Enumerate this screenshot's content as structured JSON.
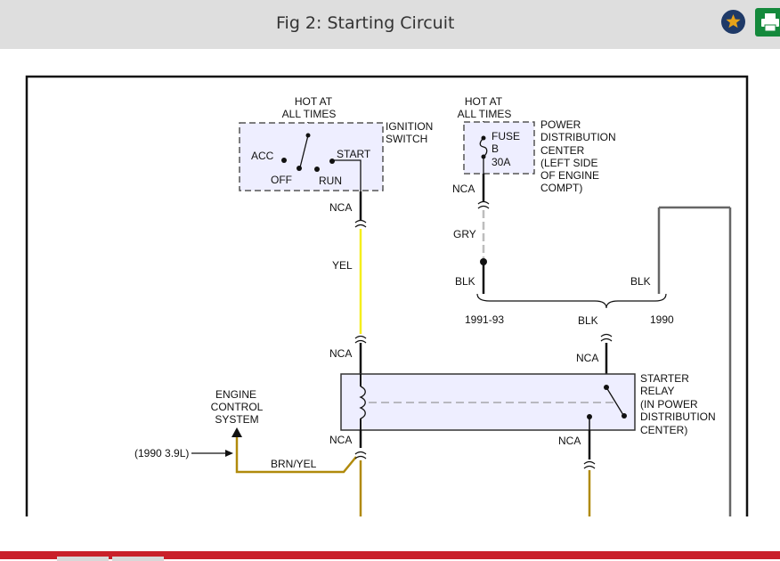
{
  "header": {
    "title": "Fig 2: Starting Circuit",
    "favorite_icon": "star-icon",
    "print_icon": "printer-icon"
  },
  "diagram": {
    "ignition": {
      "hot": [
        "HOT AT",
        "ALL TIMES"
      ],
      "name": [
        "IGNITION",
        "SWITCH"
      ],
      "acc": "ACC",
      "off": "OFF",
      "run": "RUN",
      "start": "START"
    },
    "pdc": {
      "hot": [
        "HOT AT",
        "ALL TIMES"
      ],
      "fuse": [
        "FUSE",
        "B",
        "30A"
      ],
      "name": [
        "POWER",
        "DISTRIBUTION",
        "CENTER",
        "(LEFT SIDE",
        "OF ENGINE",
        "COMPT)"
      ]
    },
    "wires": {
      "nca": "NCA",
      "yel": "YEL",
      "gry": "GRY",
      "blk": "BLK",
      "brn_yel": "BRN/YEL"
    },
    "years": {
      "y1991_93": "1991-93",
      "y1990": "1990"
    },
    "engine_control": [
      "ENGINE",
      "CONTROL",
      "SYSTEM"
    ],
    "engine_note": "(1990 3.9L)",
    "starter_relay": [
      "STARTER",
      "RELAY",
      "(IN POWER",
      "DISTRIBUTION",
      "CENTER)"
    ]
  },
  "colors": {
    "yellow_wire": "#f5ee1c",
    "brown_yellow_wire": "#b08a0c",
    "gray_wire": "#bdbdbd",
    "black_wire": "#111111",
    "component_fill": "#eeeeff",
    "footer": "#c9202a"
  }
}
